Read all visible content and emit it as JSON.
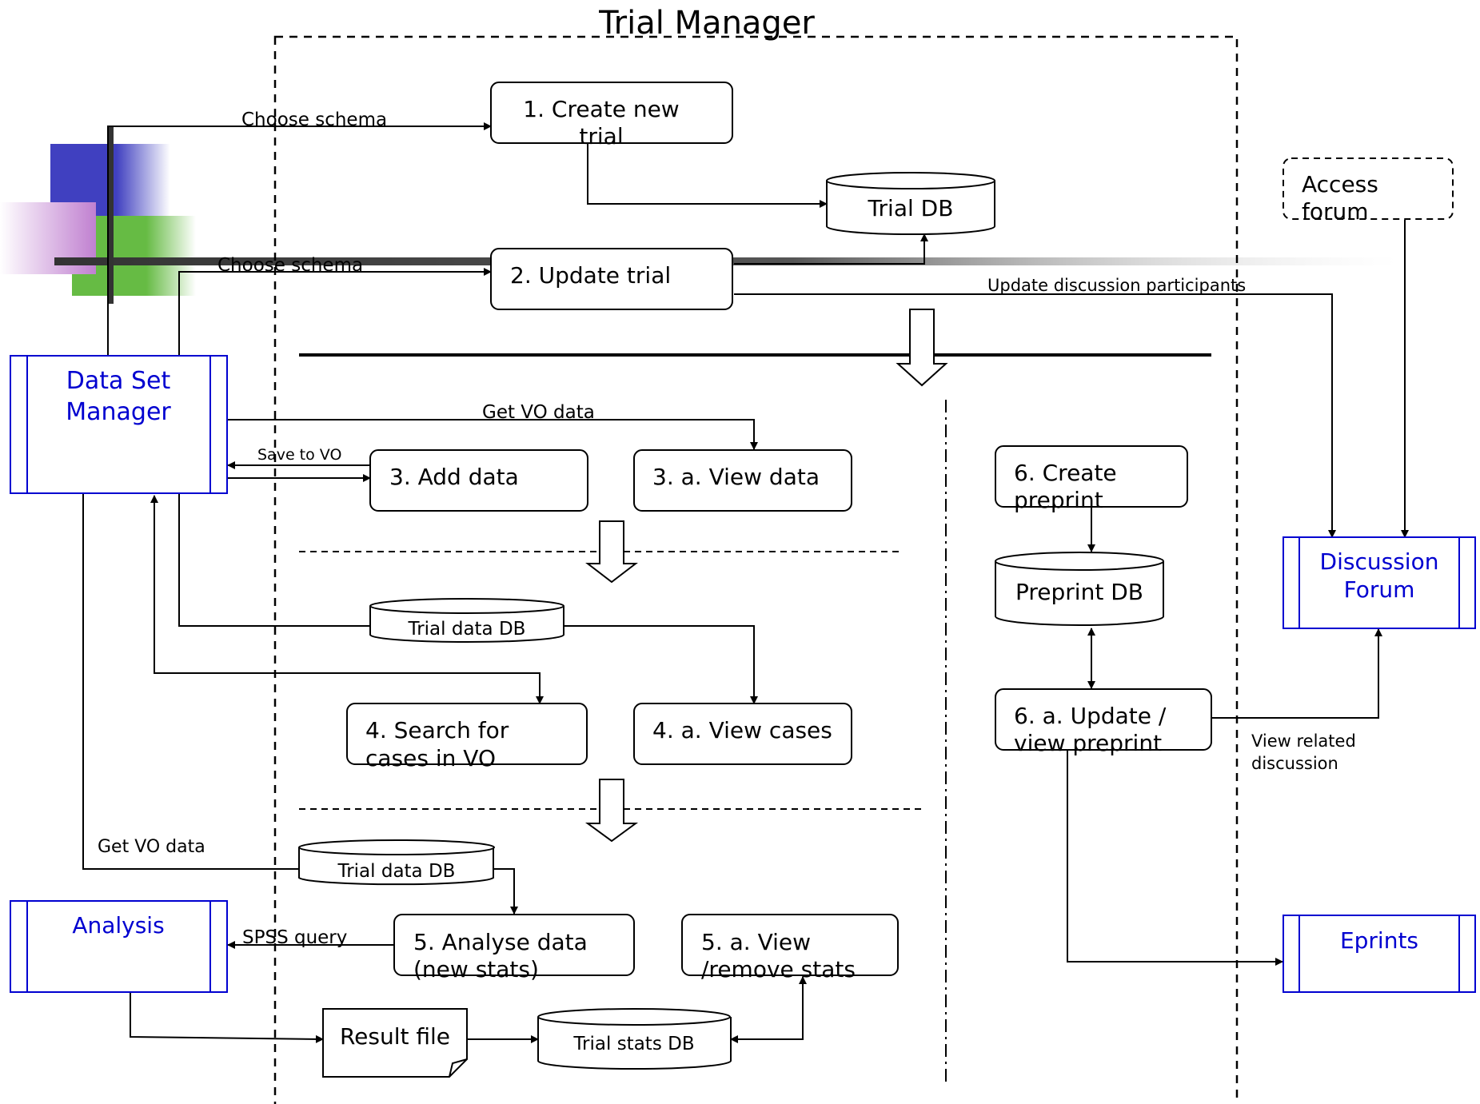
{
  "title": "Trial Manager",
  "process_boxes": {
    "create_new_trial": [
      "1. Create new",
      "trial"
    ],
    "update_trial": [
      "2. Update trial"
    ],
    "add_data": [
      "3.  Add data"
    ],
    "view_data": [
      "3. a.  View data"
    ],
    "search_for_cases": [
      "4.  Search for",
      "cases in VO"
    ],
    "view_cases": [
      "4. a. View cases"
    ],
    "analyse_data": [
      "5.  Analyse data",
      "(new stats)"
    ],
    "view_remove_stats": [
      "5. a. View",
      "/remove stats"
    ],
    "create_preprint": [
      "6. Create",
      "preprint"
    ],
    "update_view_preprint": [
      "6. a. Update /",
      "view preprint"
    ],
    "access_forum": [
      "Access",
      "forum"
    ]
  },
  "databases": {
    "trial_db": "Trial DB",
    "trial_data_db_upper": "Trial data DB",
    "trial_data_db_lower": "Trial data DB",
    "preprint_db": "Preprint DB",
    "trial_stats_db": "Trial stats DB"
  },
  "documents": {
    "result_file": "Result file"
  },
  "external_systems": {
    "data_set_manager": [
      "Data Set",
      "Manager"
    ],
    "discussion_forum": [
      "Discussion",
      "Forum"
    ],
    "analysis": [
      "Analysis"
    ],
    "eprints": [
      "Eprints"
    ]
  },
  "connector_labels": {
    "choose_schema_top": "Choose schema",
    "choose_schema_bottom": "Choose schema",
    "update_discussion_participants": "Update discussion participants",
    "get_vo_data_top": "Get VO data",
    "save_to_vo": "Save to VO",
    "get_vo_data_bottom": "Get VO data",
    "spss_query": "SPSS query",
    "view_related_discussion": [
      "View related",
      "discussion"
    ]
  },
  "colors": {
    "external_system": "#0000d0",
    "logo_blue": "#4040c0",
    "logo_green": "#66bb44",
    "logo_purple": "#c080d0"
  }
}
